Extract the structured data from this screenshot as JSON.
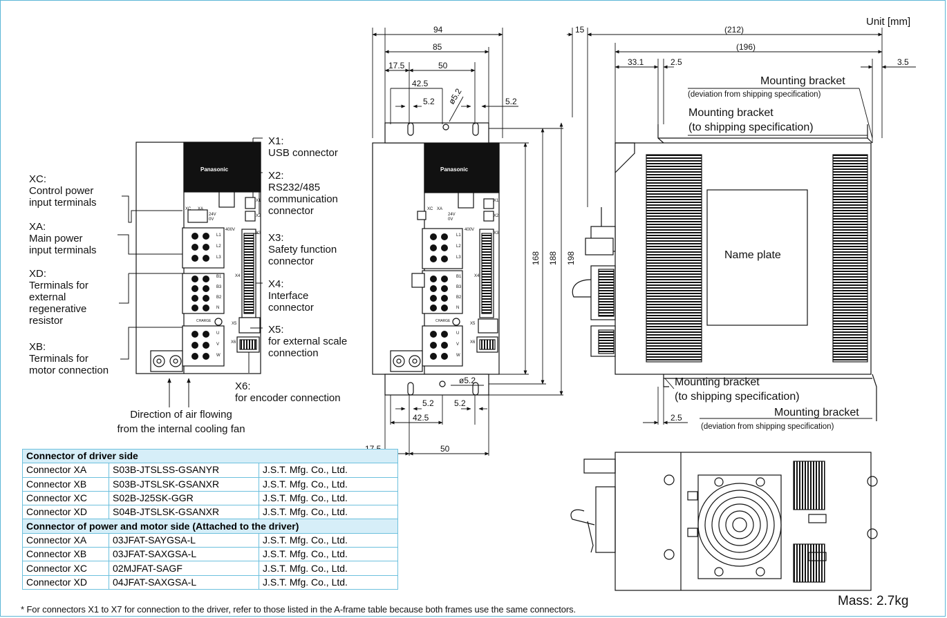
{
  "unit": "Unit [mm]",
  "mass": "Mass: 2.7kg",
  "footnote": "* For connectors X1 to X7 for connection to the driver, refer to those listed in the A-frame table because both frames use the same connectors.",
  "brand": "Panasonic",
  "front_labels": {
    "xc": [
      "XC:",
      "Control power",
      "input terminals"
    ],
    "xa": [
      "XA:",
      "Main power",
      "input terminals"
    ],
    "xd": [
      "XD:",
      "Terminals for",
      "external",
      "regenerative",
      "resistor"
    ],
    "xb": [
      "XB:",
      "Terminals for",
      "motor connection"
    ],
    "x1": [
      "X1:",
      "USB connector"
    ],
    "x2": [
      "X2:",
      "RS232/485",
      "communication",
      "connector"
    ],
    "x3": [
      "X3:",
      "Safety function",
      "connector"
    ],
    "x4": [
      "X4:",
      "Interface",
      "connector"
    ],
    "x5": [
      "X5:",
      "for external scale",
      "connection"
    ],
    "x6": [
      "X6:",
      "for encoder connection"
    ],
    "airflow": [
      "Direction of air flowing",
      "from the internal cooling fan"
    ]
  },
  "panel_marks": {
    "xc": "XC",
    "xa": "XA",
    "v24": "24V",
    "v0": "0V",
    "v400": "400V",
    "l1": "L1",
    "l2": "L2",
    "l3": "L3",
    "b1": "B1",
    "b3": "B3",
    "b2": "B2",
    "n": "N",
    "charge": "CHARGE",
    "u": "U",
    "v": "V",
    "w": "W",
    "x1": "X1",
    "x2": "X2",
    "x3": "X3",
    "x4": "X4",
    "x5": "X5",
    "x6": "X6"
  },
  "dimensions": {
    "w94": "94",
    "w85": "85",
    "d17_5": "17.5",
    "d50": "50",
    "d42_5": "42.5",
    "d5_2a": "5.2",
    "d5_2b": "5.2",
    "phi_top": "ø5.2",
    "h168": "168",
    "h188": "188",
    "h198": "198",
    "phi_bottom": "ø5.2",
    "d5_2c": "5.2",
    "d5_2d": "5.2",
    "d42_5b": "42.5",
    "d17_5b": "17.5",
    "d50b": "50",
    "d15": "15",
    "d212": "(212)",
    "d196": "(196)",
    "d33_1": "33.1",
    "d2_5a": "2.5",
    "d3_5": "3.5",
    "d2_5b": "2.5"
  },
  "side_labels": {
    "bracket_top_dev": [
      "Mounting bracket",
      "(deviation from shipping specification)"
    ],
    "bracket_top_ship": [
      "Mounting bracket",
      "(to shipping specification)"
    ],
    "bracket_bot_ship": [
      "Mounting bracket",
      "(to shipping specification)"
    ],
    "bracket_bot_dev": [
      "Mounting bracket",
      "(deviation from shipping specification)"
    ],
    "nameplate": "Name plate"
  },
  "connector_table": {
    "driver_header": "Connector of driver side",
    "driver_rows": [
      [
        "Connector XA",
        "S03B-JTSLSS-GSANYR",
        "J.S.T. Mfg. Co., Ltd."
      ],
      [
        "Connector XB",
        "S03B-JTSLSK-GSANXR",
        "J.S.T. Mfg. Co., Ltd."
      ],
      [
        "Connector XC",
        "S02B-J25SK-GGR",
        "J.S.T. Mfg. Co., Ltd."
      ],
      [
        "Connector XD",
        "S04B-JTSLSK-GSANXR",
        "J.S.T. Mfg. Co., Ltd."
      ]
    ],
    "motor_header": "Connector of power and motor side (Attached to the driver)",
    "motor_rows": [
      [
        "Connector XA",
        "03JFAT-SAYGSA-L",
        "J.S.T. Mfg. Co., Ltd."
      ],
      [
        "Connector XB",
        "03JFAT-SAXGSA-L",
        "J.S.T. Mfg. Co., Ltd."
      ],
      [
        "Connector XC",
        "02MJFAT-SAGF",
        "J.S.T. Mfg. Co., Ltd."
      ],
      [
        "Connector XD",
        "04JFAT-SAXGSA-L",
        "J.S.T. Mfg. Co., Ltd."
      ]
    ]
  }
}
